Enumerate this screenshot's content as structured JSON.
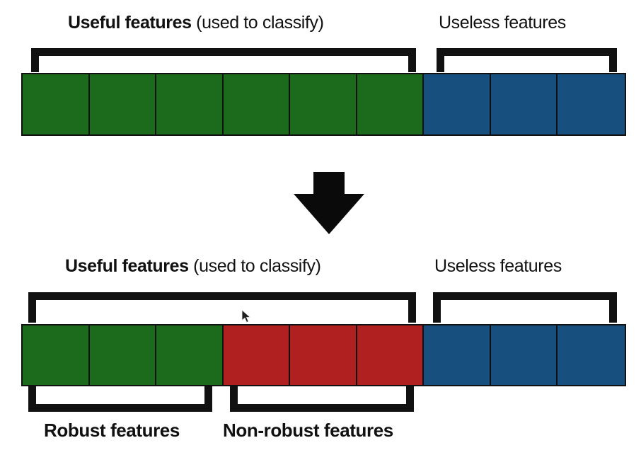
{
  "diagram": {
    "title_row_top": {
      "useful_bold": "Useful features",
      "useful_rest": " (used to classify)",
      "useless": "Useless features"
    },
    "title_row_bottom": {
      "useful_bold": "Useful features",
      "useful_rest": " (used to classify)",
      "useless": "Useless features"
    },
    "bottom_labels": {
      "robust": "Robust features",
      "non_robust": "Non-robust features"
    },
    "colors": {
      "green": "#1c6b1c",
      "blue": "#17507f",
      "red": "#b02020",
      "outline": "#111111",
      "background": "#ffffff"
    },
    "row_top": {
      "cells": [
        {
          "type": "green"
        },
        {
          "type": "green"
        },
        {
          "type": "green"
        },
        {
          "type": "green"
        },
        {
          "type": "green"
        },
        {
          "type": "green"
        },
        {
          "type": "blue"
        },
        {
          "type": "blue"
        },
        {
          "type": "blue"
        }
      ],
      "green_count": 6,
      "blue_count": 3,
      "red_count": 0
    },
    "row_bottom": {
      "cells": [
        {
          "type": "green"
        },
        {
          "type": "green"
        },
        {
          "type": "green"
        },
        {
          "type": "red"
        },
        {
          "type": "red"
        },
        {
          "type": "red"
        },
        {
          "type": "blue"
        },
        {
          "type": "blue"
        },
        {
          "type": "blue"
        }
      ],
      "green_count": 3,
      "red_count": 3,
      "blue_count": 3
    },
    "arrow": {
      "direction": "down",
      "name": "transformation-arrow"
    }
  }
}
